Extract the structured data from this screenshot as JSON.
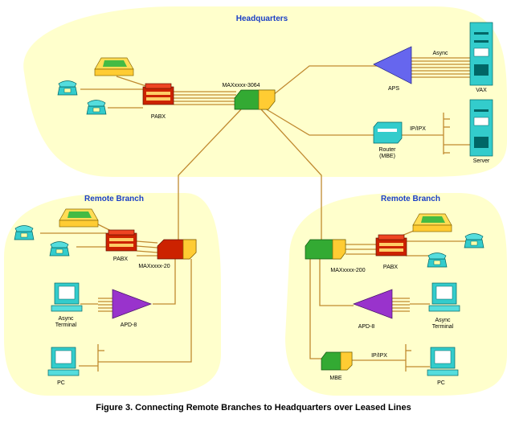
{
  "colors": {
    "region_fill": "#ffffcc",
    "line": "#c08a30",
    "region_title": "#1b3fc6",
    "phone": "#33cccc",
    "pabx": "#cc2200",
    "apd": "#9933cc",
    "aps": "#6666ee",
    "max_green": "#33aa33",
    "max_yellow": "#ffcc33",
    "computer": "#33cccc"
  },
  "regions": {
    "headquarters": {
      "title": "Headquarters"
    },
    "remote_left": {
      "title": "Remote Branch"
    },
    "remote_right": {
      "title": "Remote Branch"
    }
  },
  "labels": {
    "max_hq": "MAXxxxx-3064",
    "pabx_hq": "PABX",
    "aps": "APS",
    "async_hq": "Async",
    "vax": "VAX",
    "router_line1": "Router",
    "router_line2": "(MBE)",
    "ipipx_hq": "IP/IPX",
    "server": "Server",
    "pabx_left": "PABX",
    "max_left": "MAXxxxx-20",
    "async_terminal_left_1": "Async",
    "async_terminal_left_2": "Terminal",
    "apd_left": "APD-8",
    "pc_left": "PC",
    "max_right": "MAXxxxx-200",
    "pabx_right": "PABX",
    "apd_right": "APD-8",
    "async_terminal_right_1": "Async",
    "async_terminal_right_2": "Terminal",
    "mbe_right": "MBE",
    "ipipx_right": "IP/IPX",
    "pc_right": "PC"
  },
  "caption": "Figure 3.  Connecting Remote Branches to Headquarters over Leased Lines"
}
